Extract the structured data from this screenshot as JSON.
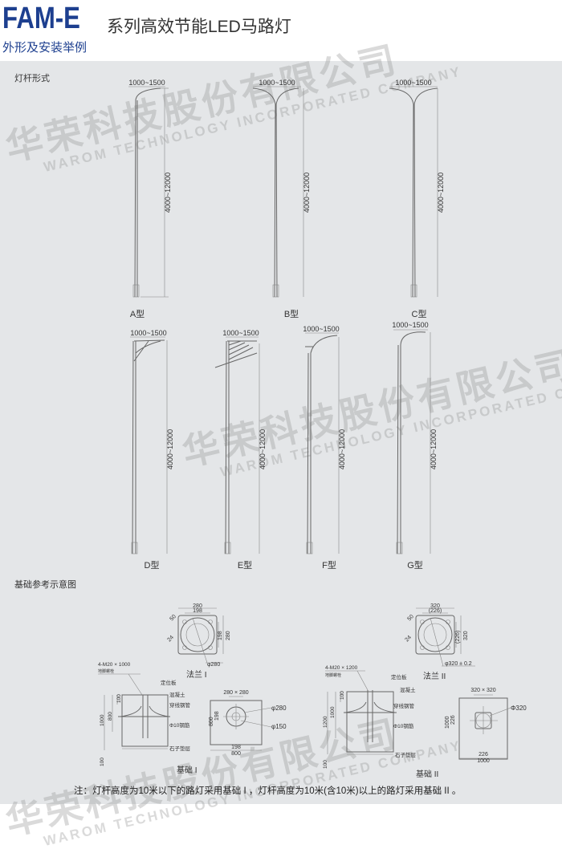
{
  "header": {
    "model": "FAM-E",
    "title": "系列高效节能LED马路灯",
    "subtitle": "外形及安装举例"
  },
  "watermark": {
    "cn": "华荣科技股份有限公司",
    "en": "WAROM TECHNOLOGY INCORPORATED COMPANY"
  },
  "poles_section": {
    "title": "灯杆形式",
    "arm_dim": "1000~1500",
    "height_dim": "4000~12000",
    "types": [
      {
        "label": "A型"
      },
      {
        "label": "B型"
      },
      {
        "label": "C型"
      },
      {
        "label": "D型"
      },
      {
        "label": "E型"
      },
      {
        "label": "F型"
      },
      {
        "label": "G型"
      }
    ]
  },
  "foundation_section": {
    "title": "基础参考示意图",
    "flange1": {
      "caption": "法兰 I",
      "w": "280",
      "pcd": "198",
      "slot": "50",
      "hole": "24",
      "side1": "198",
      "side2": "280",
      "dia": "φ280"
    },
    "flange2": {
      "caption": "法兰 II",
      "w": "320",
      "pcd": "(226)",
      "slot": "50",
      "hole": "24",
      "side1": "(226)",
      "side2": "320",
      "dia": "φ320 ± 0.2"
    },
    "base1": {
      "caption": "基础 I",
      "bolt": "4-M20 × 1000",
      "bolt_name": "地脚螺栓",
      "plate": "定位板",
      "concrete": "混凝土",
      "pipe": "穿线钢管",
      "rebar": "Φ10钢筋",
      "gravel": "石子垫层",
      "d_top": "100",
      "d_mid": "800",
      "d_total": "1000",
      "d_bot": "100",
      "plan_size": "280 × 280",
      "plan_d1": "φ280",
      "plan_d2": "φ150",
      "plan_h1": "800",
      "plan_h2": "198",
      "plan_w1": "198",
      "plan_w2": "800"
    },
    "base2": {
      "caption": "基础 II",
      "bolt": "4-M20 × 1200",
      "bolt_name": "地脚螺栓",
      "plate": "定位板",
      "concrete": "混凝土",
      "pipe": "穿线钢管",
      "rebar": "Φ10钢筋",
      "gravel": "石子垫层",
      "d_top": "100",
      "d_mid": "1000",
      "d_total": "1200",
      "d_bot": "100",
      "plan_size": "320 × 320",
      "plan_d1": "Φ320",
      "plan_h1": "1000",
      "plan_h2": "226",
      "plan_w1": "226",
      "plan_w2": "1000"
    }
  },
  "note": "注：灯杆高度为10米以下的路灯采用基础 I ，灯杆高度为10米(含10米)以上的路灯采用基础 II 。"
}
